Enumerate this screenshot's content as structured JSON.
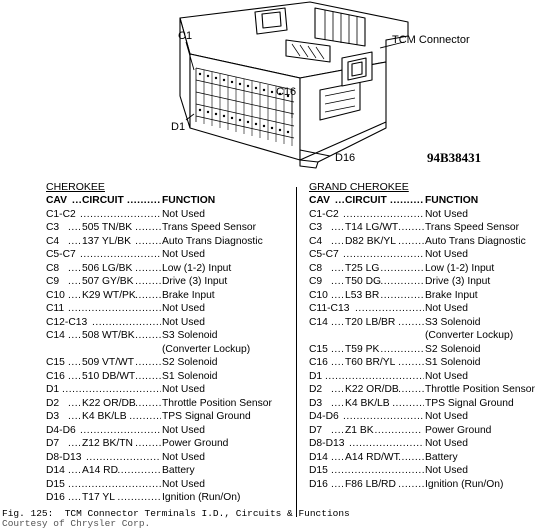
{
  "diagram": {
    "labels": {
      "c1": "C1",
      "c16": "C16",
      "d1": "D1",
      "d16": "D16",
      "tcm": "TCM Connector"
    },
    "figure_id": "94B38431"
  },
  "tables": [
    {
      "title": "CHEROKEE",
      "headers": {
        "cav": "CAV",
        "circuit": "CIRCUIT",
        "function": "FUNCTION"
      },
      "rows": [
        {
          "cav": "C1-C2",
          "circuit": "",
          "function": "Not Used"
        },
        {
          "cav": "C3",
          "circuit": "505 TN/BK",
          "function": "Trans Speed Sensor"
        },
        {
          "cav": "C4",
          "circuit": "137 YL/BK",
          "function": "Auto Trans Diagnostic"
        },
        {
          "cav": "C5-C7",
          "circuit": "",
          "function": "Not Used"
        },
        {
          "cav": "C8",
          "circuit": "506 LG/BK",
          "function": "Low (1-2) Input"
        },
        {
          "cav": "C9",
          "circuit": "507 GY/BK",
          "function": "Drive (3) Input"
        },
        {
          "cav": "C10",
          "circuit": "K29 WT/PK",
          "function": "Brake Input"
        },
        {
          "cav": "C11",
          "circuit": "",
          "function": "Not Used"
        },
        {
          "cav": "C12-C13",
          "circuit": "",
          "function": "Not Used"
        },
        {
          "cav": "C14",
          "circuit": "508 WT/BK",
          "function": "S3 Solenoid"
        },
        {
          "cav": "",
          "circuit": "",
          "function": "(Converter Lockup)"
        },
        {
          "cav": "C15",
          "circuit": "509 VT/WT",
          "function": "S2 Solenoid"
        },
        {
          "cav": "C16",
          "circuit": "510 DB/WT",
          "function": "S1 Solenoid"
        },
        {
          "cav": "D1",
          "circuit": "",
          "function": "Not Used"
        },
        {
          "cav": "D2",
          "circuit": "K22 OR/DB",
          "function": "Throttle Position Sensor"
        },
        {
          "cav": "D3",
          "circuit": "K4 BK/LB",
          "function": "TPS Signal Ground"
        },
        {
          "cav": "D4-D6",
          "circuit": "",
          "function": "Not Used"
        },
        {
          "cav": "D7",
          "circuit": "Z12 BK/TN",
          "function": "Power Ground"
        },
        {
          "cav": "D8-D13",
          "circuit": "",
          "function": "Not Used"
        },
        {
          "cav": "D14",
          "circuit": "A14 RD",
          "function": "Battery"
        },
        {
          "cav": "D15",
          "circuit": "",
          "function": "Not Used"
        },
        {
          "cav": "D16",
          "circuit": "T17 YL",
          "function": "Ignition (Run/On)"
        }
      ]
    },
    {
      "title": "GRAND CHEROKEE",
      "headers": {
        "cav": "CAV",
        "circuit": "CIRCUIT",
        "function": "FUNCTION"
      },
      "rows": [
        {
          "cav": "C1-C2",
          "circuit": "",
          "function": "Not Used"
        },
        {
          "cav": "C3",
          "circuit": "T14 LG/WT",
          "function": "Trans Speed Sensor"
        },
        {
          "cav": "C4",
          "circuit": "D82 BK/YL",
          "function": "Auto Trans Diagnostic"
        },
        {
          "cav": "C5-C7",
          "circuit": "",
          "function": "Not Used"
        },
        {
          "cav": "C8",
          "circuit": "T25 LG",
          "function": "Low (1-2) Input"
        },
        {
          "cav": "C9",
          "circuit": "T50 DG",
          "function": "Drive (3) Input"
        },
        {
          "cav": "C10",
          "circuit": "L53 BR",
          "function": "Brake Input"
        },
        {
          "cav": "C11-C13",
          "circuit": "",
          "function": "Not Used"
        },
        {
          "cav": "C14",
          "circuit": "T20 LB/BR",
          "function": "S3 Solenoid"
        },
        {
          "cav": "",
          "circuit": "",
          "function": "(Converter Lockup)"
        },
        {
          "cav": "C15",
          "circuit": "T59 PK",
          "function": "S2 Solenoid"
        },
        {
          "cav": "C16",
          "circuit": "T60 BR/YL",
          "function": "S1 Solenoid"
        },
        {
          "cav": "D1",
          "circuit": "",
          "function": "Not Used"
        },
        {
          "cav": "D2",
          "circuit": "K22 OR/DB",
          "function": "Throttle Position Sensor"
        },
        {
          "cav": "D3",
          "circuit": "K4 BK/LB",
          "function": "TPS Signal Ground"
        },
        {
          "cav": "D4-D6",
          "circuit": "",
          "function": "Not Used"
        },
        {
          "cav": "D7",
          "circuit": "Z1 BK",
          "function": "Power Ground"
        },
        {
          "cav": "D8-D13",
          "circuit": "",
          "function": "Not Used"
        },
        {
          "cav": "D14",
          "circuit": "A14 RD/WT",
          "function": "Battery"
        },
        {
          "cav": "D15",
          "circuit": "",
          "function": "Not Used"
        },
        {
          "cav": "D16",
          "circuit": "F86 LB/RD",
          "function": "Ignition (Run/On)"
        }
      ]
    }
  ],
  "caption": {
    "line1": "Fig. 125:  TCM Connector Terminals I.D., Circuits & Functions",
    "line2": "Courtesy of Chrysler Corp."
  }
}
